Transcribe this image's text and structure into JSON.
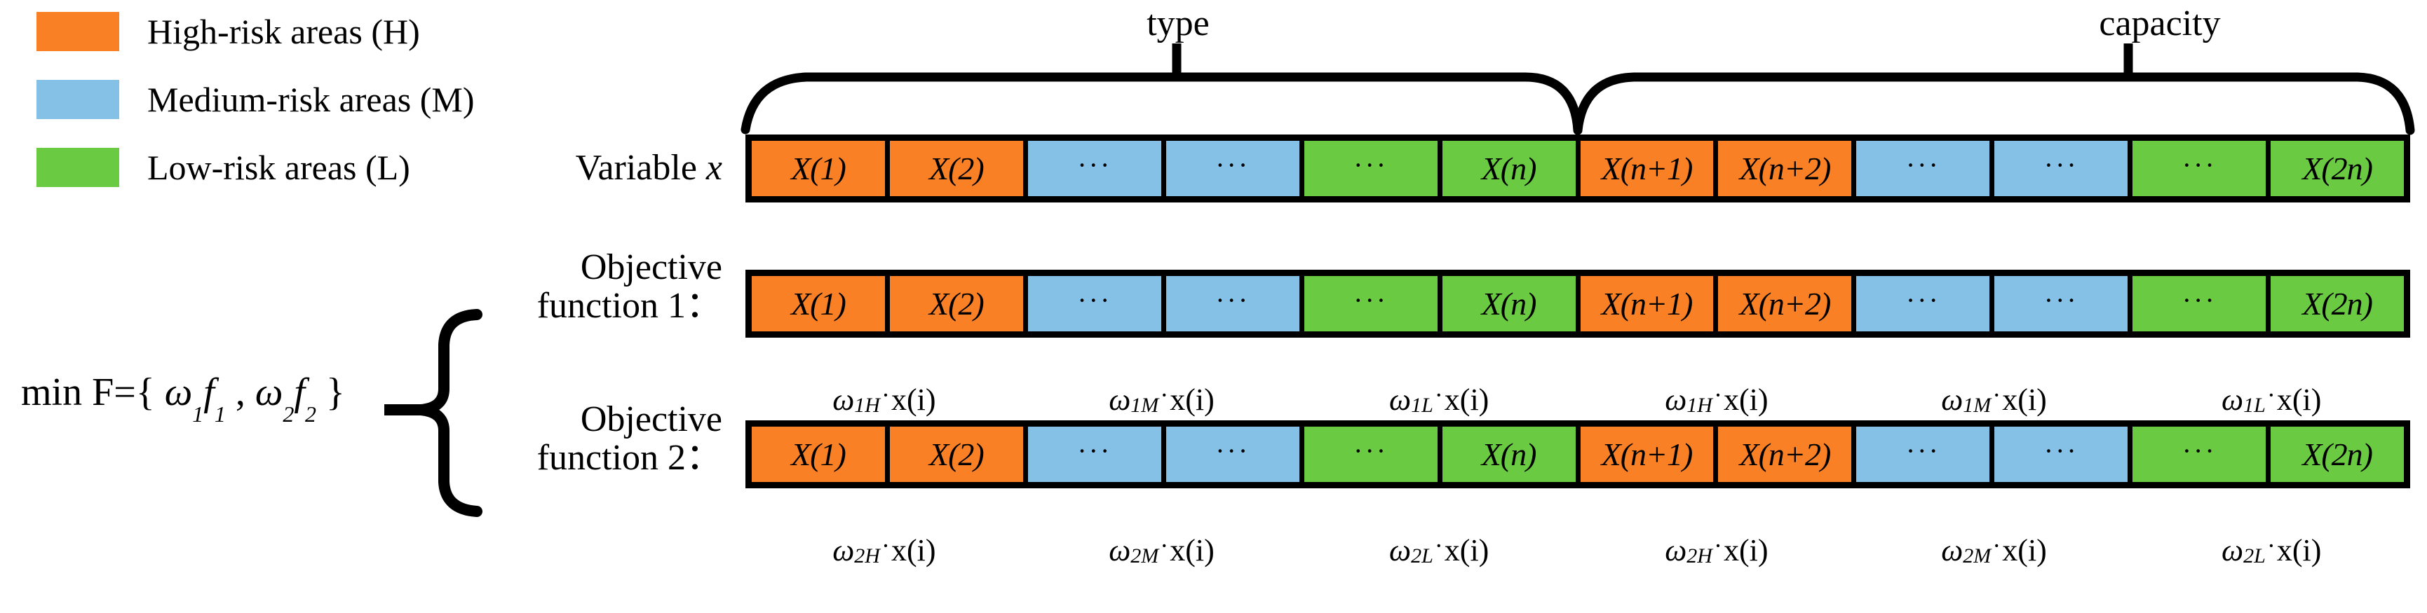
{
  "legend": {
    "items": [
      {
        "label": "High-risk areas (H)",
        "color": "#F98025",
        "risk": "H"
      },
      {
        "label": "Medium-risk areas (M)",
        "color": "#85C1E7",
        "risk": "M"
      },
      {
        "label": "Low-risk areas (L)",
        "color": "#6ACB42",
        "risk": "L"
      }
    ]
  },
  "brackets": {
    "type_label": "type",
    "capacity_label": "capacity"
  },
  "objective": {
    "expression_prefix": "min F={ ",
    "omega": "ω",
    "term1_sub": "1",
    "term1_f": "f",
    "term1_fsub": "1",
    "separator": " , ",
    "term2_sub": "2",
    "term2_f": "f",
    "term2_fsub": "2",
    "expression_suffix": " }",
    "full_text": "min F={ ω1f1 , ω2f2 }"
  },
  "rows": [
    {
      "id": "variable",
      "label_line1": "Variable ",
      "label_italic": "x",
      "label_line2": "",
      "cells": [
        {
          "text": "X(1)",
          "risk": "H"
        },
        {
          "text": "X(2)",
          "risk": "H"
        },
        {
          "text": "···",
          "risk": "M"
        },
        {
          "text": "···",
          "risk": "M"
        },
        {
          "text": "···",
          "risk": "L"
        },
        {
          "text": "X(n)",
          "risk": "L"
        },
        {
          "text": "X(n+1)",
          "risk": "H"
        },
        {
          "text": "X(n+2)",
          "risk": "H"
        },
        {
          "text": "···",
          "risk": "M"
        },
        {
          "text": "···",
          "risk": "M"
        },
        {
          "text": "···",
          "risk": "L"
        },
        {
          "text": "X(2n)",
          "risk": "L"
        }
      ]
    },
    {
      "id": "obj1",
      "label_line1": "Objective",
      "label_italic": "",
      "label_line2": "function 1：",
      "cells": [
        {
          "text": "X(1)",
          "risk": "H"
        },
        {
          "text": "X(2)",
          "risk": "H"
        },
        {
          "text": "···",
          "risk": "M"
        },
        {
          "text": "···",
          "risk": "M"
        },
        {
          "text": "···",
          "risk": "L"
        },
        {
          "text": "X(n)",
          "risk": "L"
        },
        {
          "text": "X(n+1)",
          "risk": "H"
        },
        {
          "text": "X(n+2)",
          "risk": "H"
        },
        {
          "text": "···",
          "risk": "M"
        },
        {
          "text": "···",
          "risk": "M"
        },
        {
          "text": "···",
          "risk": "L"
        },
        {
          "text": "X(2n)",
          "risk": "L"
        }
      ]
    },
    {
      "id": "obj2",
      "label_line1": "Objective",
      "label_italic": "",
      "label_line2": "function 2：",
      "cells": [
        {
          "text": "X(1)",
          "risk": "H"
        },
        {
          "text": "X(2)",
          "risk": "H"
        },
        {
          "text": "···",
          "risk": "M"
        },
        {
          "text": "···",
          "risk": "M"
        },
        {
          "text": "···",
          "risk": "L"
        },
        {
          "text": "X(n)",
          "risk": "L"
        },
        {
          "text": "X(n+1)",
          "risk": "H"
        },
        {
          "text": "X(n+2)",
          "risk": "H"
        },
        {
          "text": "···",
          "risk": "M"
        },
        {
          "text": "···",
          "risk": "M"
        },
        {
          "text": "···",
          "risk": "L"
        },
        {
          "text": "X(2n)",
          "risk": "L"
        }
      ]
    }
  ],
  "weights": {
    "row1": [
      {
        "omega": "ω",
        "sub": "1H",
        "operand": "x(i)",
        "text": "ω1H·x(i)"
      },
      {
        "omega": "ω",
        "sub": "1M",
        "operand": "x(i)",
        "text": "ω1M·x(i)"
      },
      {
        "omega": "ω",
        "sub": "1L",
        "operand": "x(i)",
        "text": "ω1L·x(i)"
      },
      {
        "omega": "ω",
        "sub": "1H",
        "operand": "x(i)",
        "text": "ω1H·x(i)"
      },
      {
        "omega": "ω",
        "sub": "1M",
        "operand": "x(i)",
        "text": "ω1M·x(i)"
      },
      {
        "omega": "ω",
        "sub": "1L",
        "operand": "x(i)",
        "text": "ω1L·x(i)"
      }
    ],
    "row2": [
      {
        "omega": "ω",
        "sub": "2H",
        "operand": "x(i)",
        "text": "ω2H·x(i)"
      },
      {
        "omega": "ω",
        "sub": "2M",
        "operand": "x(i)",
        "text": "ω2M·x(i)"
      },
      {
        "omega": "ω",
        "sub": "2L",
        "operand": "x(i)",
        "text": "ω2L·x(i)"
      },
      {
        "omega": "ω",
        "sub": "2H",
        "operand": "x(i)",
        "text": "ω2H·x(i)"
      },
      {
        "omega": "ω",
        "sub": "2M",
        "operand": "x(i)",
        "text": "ω2M·x(i)"
      },
      {
        "omega": "ω",
        "sub": "2L",
        "operand": "x(i)",
        "text": "ω2L·x(i)"
      }
    ]
  },
  "colors": {
    "high": "#F98025",
    "medium": "#85C1E7",
    "low": "#6ACB42",
    "stroke": "#000000",
    "background": "#FFFFFF"
  }
}
